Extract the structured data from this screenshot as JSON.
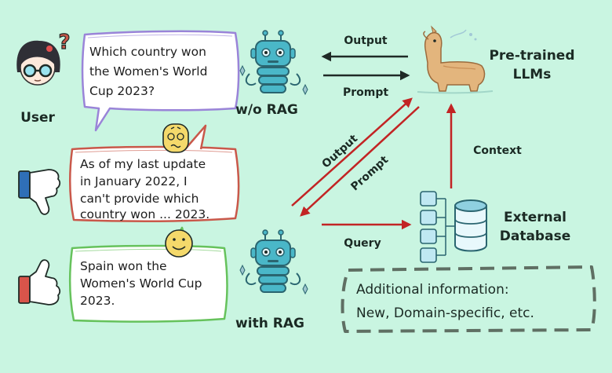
{
  "user": {
    "label": "User"
  },
  "question": {
    "lines": [
      "Which country won",
      "the Women's World",
      "Cup 2023?"
    ]
  },
  "bad_answer": {
    "lines": [
      "As of my last update",
      "in January 2022, I",
      "can't provide which",
      "country won ... 2023."
    ]
  },
  "good_answer": {
    "lines": [
      "Spain won the",
      "Women's World Cup",
      "2023."
    ]
  },
  "robot_top": {
    "label": "w/o RAG"
  },
  "robot_bottom": {
    "label": "with RAG"
  },
  "llm": {
    "lines": [
      "Pre-trained",
      "LLMs"
    ]
  },
  "database": {
    "lines": [
      "External",
      "Database"
    ]
  },
  "edges": {
    "output_top": "Output",
    "prompt_top": "Prompt",
    "output_diag": "Output",
    "prompt_diag": "Prompt",
    "query": "Query",
    "context": "Context"
  },
  "info_box": {
    "lines": [
      "Additional information:",
      "New, Domain-specific, etc."
    ]
  },
  "colors": {
    "background": "#c9f5e1",
    "question_bubble": "#9a84d8",
    "bad_bubble": "#c9584a",
    "good_bubble": "#66c25c",
    "arrow_red": "#c22424",
    "arrow_dark": "#1f2a26",
    "robot": "#4ab7c8"
  },
  "icons": [
    "user-avatar-icon",
    "question-mark-icon",
    "robot-icon",
    "llama-icon",
    "database-icon",
    "thumbs-down-icon",
    "thumbs-up-icon",
    "confused-emoji-icon",
    "smile-emoji-icon"
  ]
}
